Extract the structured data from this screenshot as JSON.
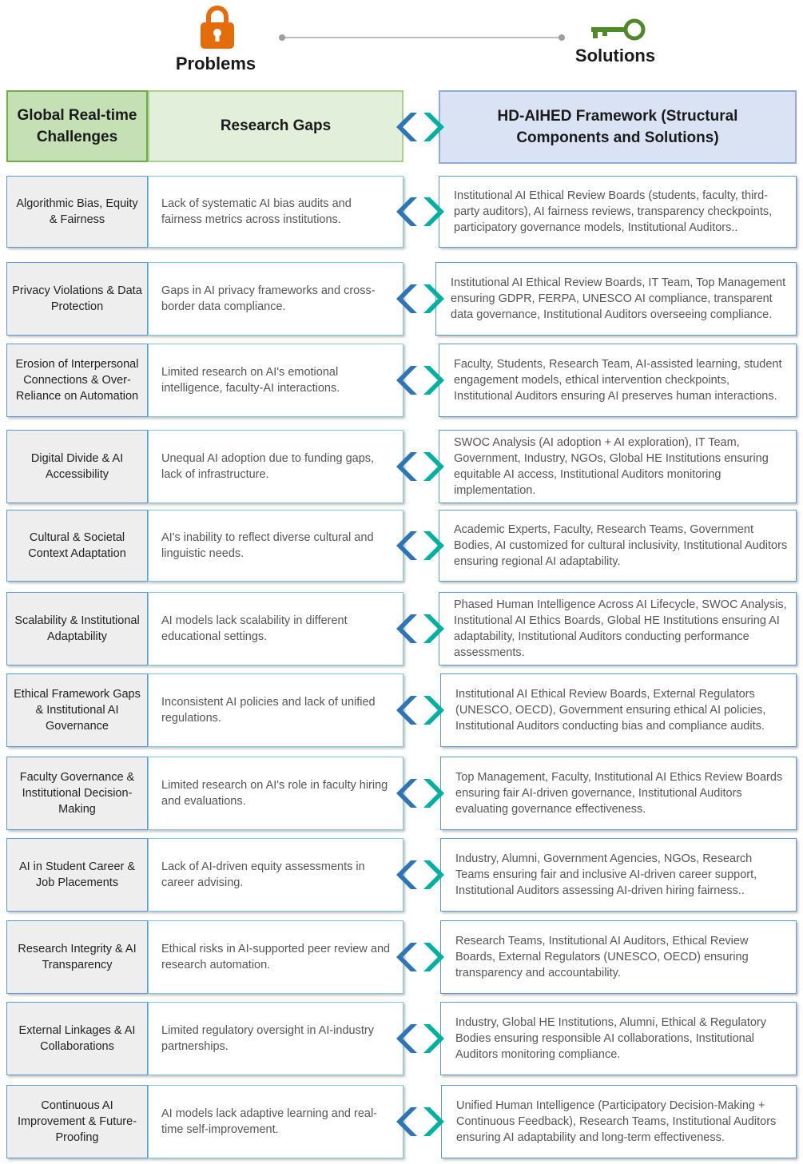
{
  "header": {
    "problems_label": "Problems",
    "solutions_label": "Solutions",
    "lock_icon": "lock-icon",
    "key_icon": "key-icon",
    "lock_color": "#e46c0a",
    "key_color": "#4e8a2a"
  },
  "columns": {
    "challenges_title": "Global Real-time Challenges",
    "gaps_title": "Research Gaps",
    "solutions_title": "HD-AIHED Framework (Structural Components and Solutions)"
  },
  "colors": {
    "arrow_left": "#2e75b6",
    "arrow_right": "#00b0a0",
    "row_border": "#5b9bd5",
    "header_green": "#c5e0b4",
    "header_blue": "#dae3f3"
  },
  "rows": [
    {
      "challenge": "Algorithmic Bias, Equity & Fairness",
      "gap": "Lack of systematic AI bias audits and fairness metrics across institutions.",
      "solution": "Institutional AI Ethical Review Boards (students, faculty, third-party auditors), AI fairness reviews, transparency checkpoints, participatory governance models, Institutional Auditors.."
    },
    {
      "challenge": "Privacy Violations & Data Protection",
      "gap": "Gaps in AI privacy frameworks and cross-border data compliance.",
      "solution": "Institutional AI Ethical Review Boards, IT Team, Top Management ensuring GDPR, FERPA, UNESCO AI compliance, transparent data governance, Institutional Auditors overseeing compliance."
    },
    {
      "challenge": "Erosion of Interpersonal Connections & Over-Reliance on Automation",
      "gap": "Limited research on AI's emotional intelligence, faculty-AI interactions.",
      "solution": "Faculty, Students, Research Team, AI-assisted learning, student engagement models, ethical intervention checkpoints, Institutional Auditors ensuring AI preserves human interactions."
    },
    {
      "challenge": "Digital Divide & AI Accessibility",
      "gap": "Unequal AI adoption due to funding gaps, lack of infrastructure.",
      "solution": "SWOC Analysis (AI adoption + AI exploration), IT Team, Government, Industry, NGOs, Global HE Institutions ensuring equitable AI access, Institutional Auditors monitoring implementation."
    },
    {
      "challenge": "Cultural & Societal Context Adaptation",
      "gap": "AI's inability to reflect diverse cultural and linguistic needs.",
      "solution": "Academic Experts, Faculty, Research Teams, Government Bodies, AI customized for cultural inclusivity, Institutional Auditors ensuring regional AI adaptability."
    },
    {
      "challenge": "Scalability & Institutional Adaptability",
      "gap": "AI models lack scalability in different educational settings.",
      "solution": "Phased Human Intelligence Across AI Lifecycle, SWOC Analysis, Institutional AI Ethics Boards, Global HE Institutions ensuring AI adaptability, Institutional Auditors conducting performance assessments."
    },
    {
      "challenge": "Ethical Framework Gaps & Institutional AI Governance",
      "gap": "Inconsistent AI policies and lack of unified regulations.",
      "solution": "Institutional AI Ethical Review Boards, External Regulators (UNESCO, OECD), Government ensuring ethical AI policies, Institutional Auditors conducting bias and compliance audits."
    },
    {
      "challenge": "Faculty Governance & Institutional Decision-Making",
      "gap": "Limited research on AI's role in faculty hiring and evaluations.",
      "solution": "Top Management, Faculty, Institutional AI Ethics Review Boards ensuring fair AI-driven governance, Institutional Auditors evaluating governance effectiveness."
    },
    {
      "challenge": "AI in Student Career & Job Placements",
      "gap": "Lack of AI-driven equity assessments in career advising.",
      "solution": "Industry, Alumni, Government Agencies, NGOs, Research Teams ensuring fair and inclusive AI-driven career support, Institutional Auditors assessing AI-driven hiring fairness.."
    },
    {
      "challenge": "Research Integrity & AI Transparency",
      "gap": "Ethical risks in AI-supported peer review and research automation.",
      "solution": "Research Teams, Institutional AI Auditors, Ethical Review Boards, External Regulators (UNESCO, OECD) ensuring transparency and accountability."
    },
    {
      "challenge": "External Linkages & AI Collaborations",
      "gap": "Limited regulatory oversight in AI-industry partnerships.",
      "solution": "Industry, Global HE Institutions, Alumni, Ethical & Regulatory Bodies ensuring responsible AI collaborations, Institutional Auditors monitoring compliance."
    },
    {
      "challenge": "Continuous AI Improvement & Future-Proofing",
      "gap": "AI models lack adaptive learning and real-time self-improvement.",
      "solution": "Unified Human Intelligence (Participatory Decision-Making + Continuous Feedback), Research Teams, Institutional Auditors ensuring AI adaptability and long-term effectiveness."
    }
  ]
}
